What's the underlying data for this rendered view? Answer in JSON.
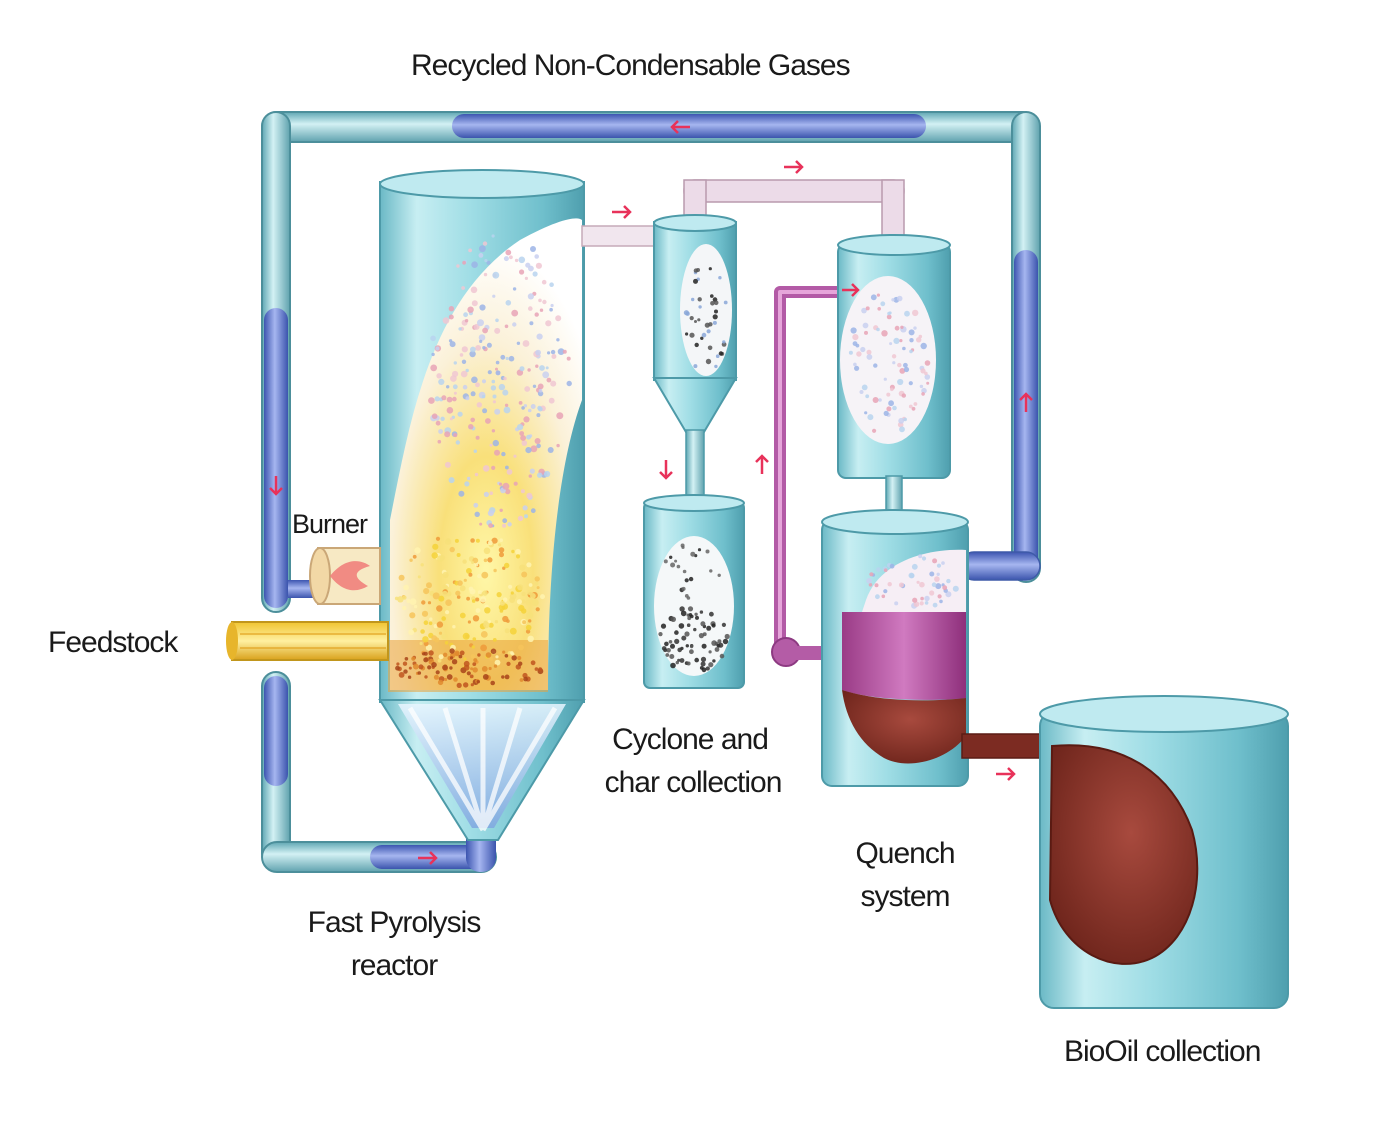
{
  "labels": {
    "recycle": "Recycled Non-Condensable Gases",
    "burner": "Burner",
    "feedstock": "Feedstock",
    "cyclone_line1": "Cyclone and",
    "cyclone_line2": "char collection",
    "reactor_line1": "Fast Pyrolysis",
    "reactor_line2": "reactor",
    "quench_line1": "Quench",
    "quench_line2": "system",
    "biooil": "BioOil collection"
  },
  "colors": {
    "vessel": "#8fd3dc",
    "recycle_pipe": "#5b78c9",
    "flow_arrow": "#e8325a",
    "quench_liquid": "#b14a9c",
    "biooil": "#7a2b22",
    "flame": "#f5d230",
    "char": "#2a2a2a"
  }
}
